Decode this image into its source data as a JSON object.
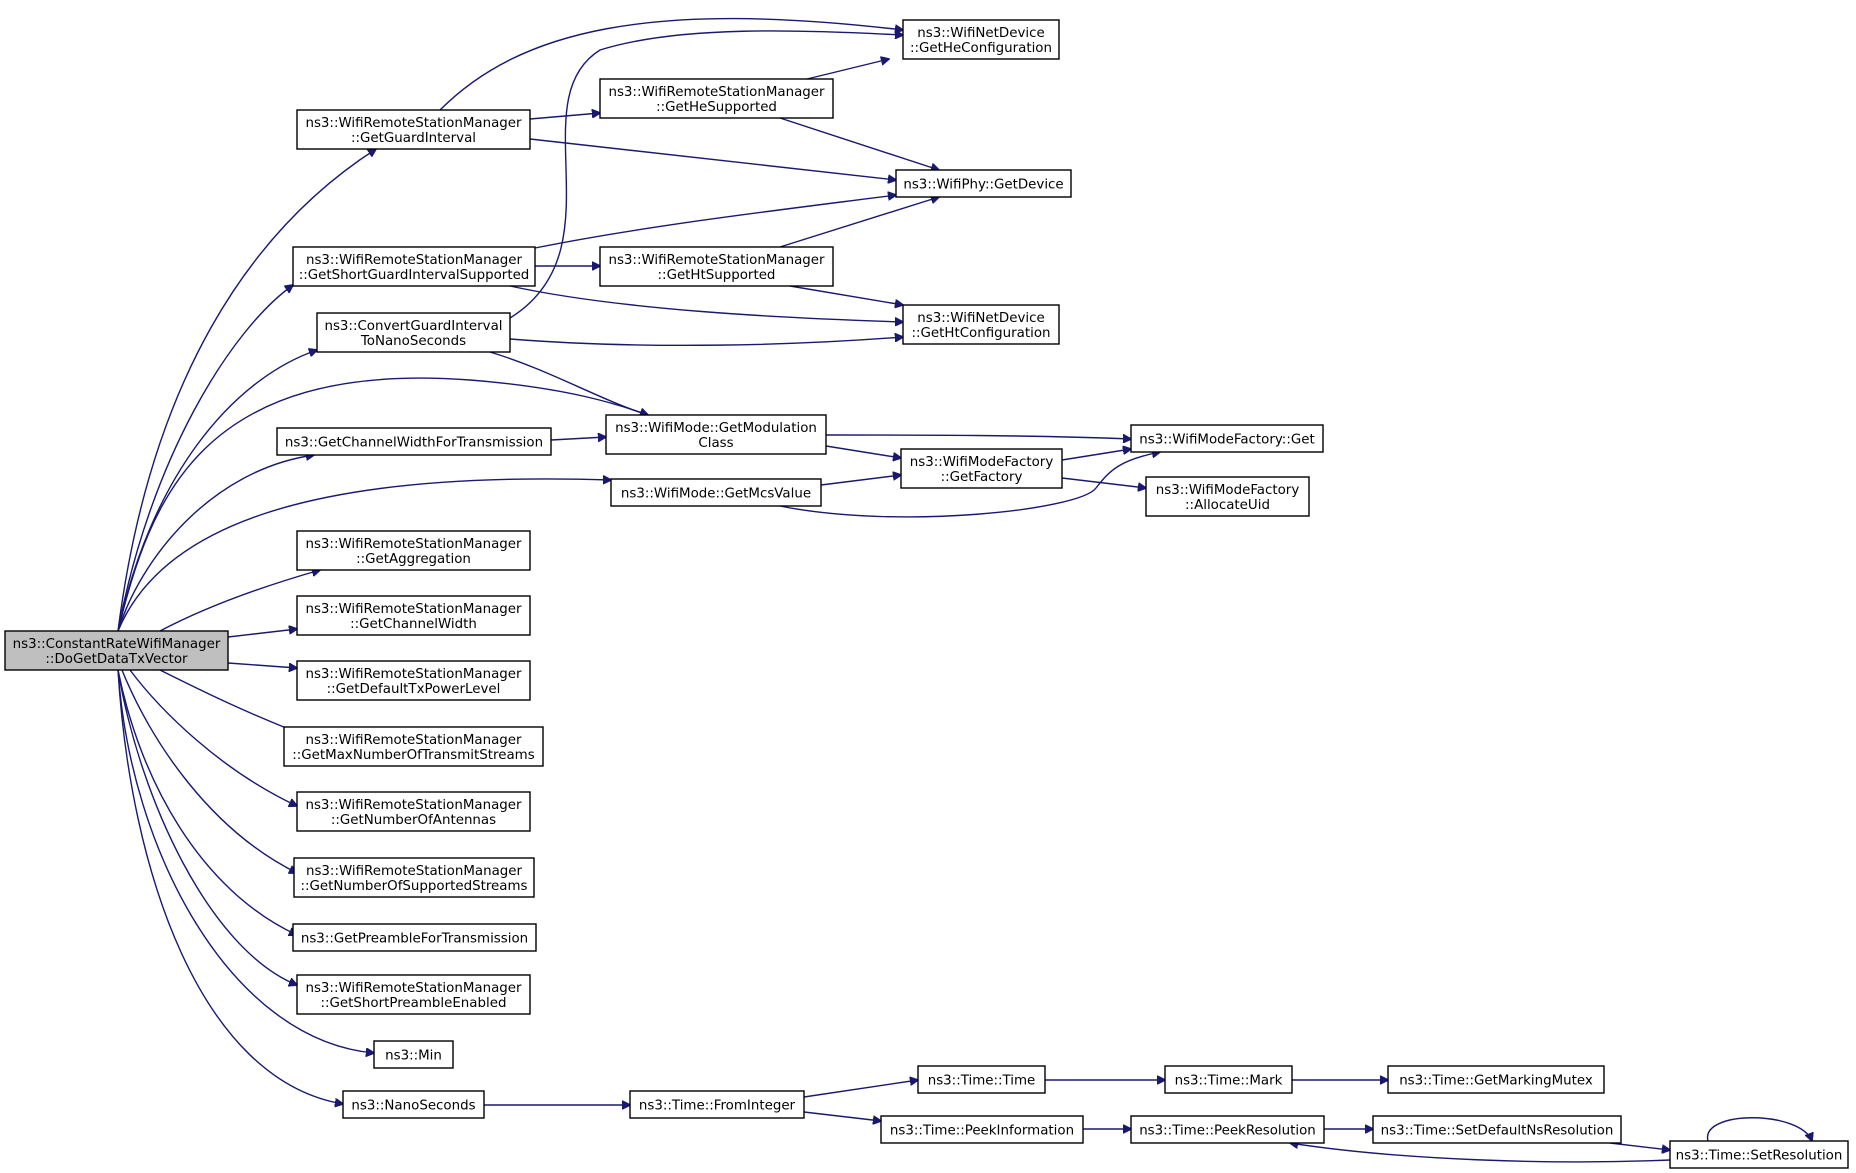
{
  "graph": {
    "type": "call-graph",
    "edge_color": "#191970",
    "root_fill": "#bfbfbf",
    "nodes": [
      {
        "id": "root",
        "lines": [
          "ns3::ConstantRateWifiManager",
          "::DoGetDataTxVector"
        ],
        "root": true
      },
      {
        "id": "getGuardInterval",
        "lines": [
          "ns3::WifiRemoteStationManager",
          "::GetGuardInterval"
        ]
      },
      {
        "id": "getShortGIsupported",
        "lines": [
          "ns3::WifiRemoteStationManager",
          "::GetShortGuardIntervalSupported"
        ]
      },
      {
        "id": "convertGI",
        "lines": [
          "ns3::ConvertGuardInterval",
          "ToNanoSeconds"
        ]
      },
      {
        "id": "getChanWidthTx",
        "lines": [
          "ns3::GetChannelWidthForTransmission"
        ]
      },
      {
        "id": "getMcsValue",
        "lines": [
          "ns3::WifiMode::GetMcsValue"
        ]
      },
      {
        "id": "getAggregation",
        "lines": [
          "ns3::WifiRemoteStationManager",
          "::GetAggregation"
        ]
      },
      {
        "id": "getChannelWidth",
        "lines": [
          "ns3::WifiRemoteStationManager",
          "::GetChannelWidth"
        ]
      },
      {
        "id": "getDefaultTxPower",
        "lines": [
          "ns3::WifiRemoteStationManager",
          "::GetDefaultTxPowerLevel"
        ]
      },
      {
        "id": "getMaxStreams",
        "lines": [
          "ns3::WifiRemoteStationManager",
          "::GetMaxNumberOfTransmitStreams"
        ]
      },
      {
        "id": "getNumAntennas",
        "lines": [
          "ns3::WifiRemoteStationManager",
          "::GetNumberOfAntennas"
        ]
      },
      {
        "id": "getNumSupStreams",
        "lines": [
          "ns3::WifiRemoteStationManager",
          "::GetNumberOfSupportedStreams"
        ]
      },
      {
        "id": "getPreambleTx",
        "lines": [
          "ns3::GetPreambleForTransmission"
        ]
      },
      {
        "id": "getShortPreamble",
        "lines": [
          "ns3::WifiRemoteStationManager",
          "::GetShortPreambleEnabled"
        ]
      },
      {
        "id": "min",
        "lines": [
          "ns3::Min"
        ]
      },
      {
        "id": "nanoSeconds",
        "lines": [
          "ns3::NanoSeconds"
        ]
      },
      {
        "id": "getHeSupported",
        "lines": [
          "ns3::WifiRemoteStationManager",
          "::GetHeSupported"
        ]
      },
      {
        "id": "getHtSupported",
        "lines": [
          "ns3::WifiRemoteStationManager",
          "::GetHtSupported"
        ]
      },
      {
        "id": "getModClass",
        "lines": [
          "ns3::WifiMode::GetModulation",
          "Class"
        ]
      },
      {
        "id": "timeFromInteger",
        "lines": [
          "ns3::Time::FromInteger"
        ]
      },
      {
        "id": "getHeConfig",
        "lines": [
          "ns3::WifiNetDevice",
          "::GetHeConfiguration"
        ]
      },
      {
        "id": "getDevice",
        "lines": [
          "ns3::WifiPhy::GetDevice"
        ]
      },
      {
        "id": "getHtConfig",
        "lines": [
          "ns3::WifiNetDevice",
          "::GetHtConfiguration"
        ]
      },
      {
        "id": "getFactory",
        "lines": [
          "ns3::WifiModeFactory",
          "::GetFactory"
        ]
      },
      {
        "id": "timeTime",
        "lines": [
          "ns3::Time::Time"
        ]
      },
      {
        "id": "peekInfo",
        "lines": [
          "ns3::Time::PeekInformation"
        ]
      },
      {
        "id": "factoryGet",
        "lines": [
          "ns3::WifiModeFactory::Get"
        ]
      },
      {
        "id": "allocateUid",
        "lines": [
          "ns3::WifiModeFactory",
          "::AllocateUid"
        ]
      },
      {
        "id": "timeMark",
        "lines": [
          "ns3::Time::Mark"
        ]
      },
      {
        "id": "peekRes",
        "lines": [
          "ns3::Time::PeekResolution"
        ]
      },
      {
        "id": "markingMutex",
        "lines": [
          "ns3::Time::GetMarkingMutex"
        ]
      },
      {
        "id": "setDefaultNsRes",
        "lines": [
          "ns3::Time::SetDefaultNsResolution"
        ]
      },
      {
        "id": "setRes",
        "lines": [
          "ns3::Time::SetResolution"
        ]
      }
    ],
    "edges": [
      [
        "root",
        "getGuardInterval"
      ],
      [
        "root",
        "getShortGIsupported"
      ],
      [
        "root",
        "convertGI"
      ],
      [
        "root",
        "getModClass"
      ],
      [
        "root",
        "getChanWidthTx"
      ],
      [
        "root",
        "getMcsValue"
      ],
      [
        "root",
        "getAggregation"
      ],
      [
        "root",
        "getChannelWidth"
      ],
      [
        "root",
        "getDefaultTxPower"
      ],
      [
        "root",
        "getMaxStreams"
      ],
      [
        "root",
        "getNumAntennas"
      ],
      [
        "root",
        "getNumSupStreams"
      ],
      [
        "root",
        "getPreambleTx"
      ],
      [
        "root",
        "getShortPreamble"
      ],
      [
        "root",
        "min"
      ],
      [
        "root",
        "nanoSeconds"
      ],
      [
        "getGuardInterval",
        "getHeConfig"
      ],
      [
        "getGuardInterval",
        "getHeSupported"
      ],
      [
        "getGuardInterval",
        "getDevice"
      ],
      [
        "getHeSupported",
        "getHeConfig"
      ],
      [
        "getHeSupported",
        "getDevice"
      ],
      [
        "getShortGIsupported",
        "getDevice"
      ],
      [
        "getShortGIsupported",
        "getHtSupported"
      ],
      [
        "getShortGIsupported",
        "getHtConfig"
      ],
      [
        "getHtSupported",
        "getDevice"
      ],
      [
        "getHtSupported",
        "getHtConfig"
      ],
      [
        "convertGI",
        "getHeConfig"
      ],
      [
        "convertGI",
        "getHtConfig"
      ],
      [
        "convertGI",
        "getModClass"
      ],
      [
        "getChanWidthTx",
        "getModClass"
      ],
      [
        "getModClass",
        "factoryGet"
      ],
      [
        "getModClass",
        "getFactory"
      ],
      [
        "getMcsValue",
        "getFactory"
      ],
      [
        "getMcsValue",
        "factoryGet"
      ],
      [
        "getFactory",
        "factoryGet"
      ],
      [
        "getFactory",
        "allocateUid"
      ],
      [
        "nanoSeconds",
        "timeFromInteger"
      ],
      [
        "timeFromInteger",
        "timeTime"
      ],
      [
        "timeFromInteger",
        "peekInfo"
      ],
      [
        "timeTime",
        "timeMark"
      ],
      [
        "timeMark",
        "markingMutex"
      ],
      [
        "peekInfo",
        "peekRes"
      ],
      [
        "peekRes",
        "setDefaultNsRes"
      ],
      [
        "setDefaultNsRes",
        "setRes"
      ],
      [
        "setRes",
        "peekRes"
      ],
      [
        "setRes",
        "setRes"
      ]
    ]
  }
}
